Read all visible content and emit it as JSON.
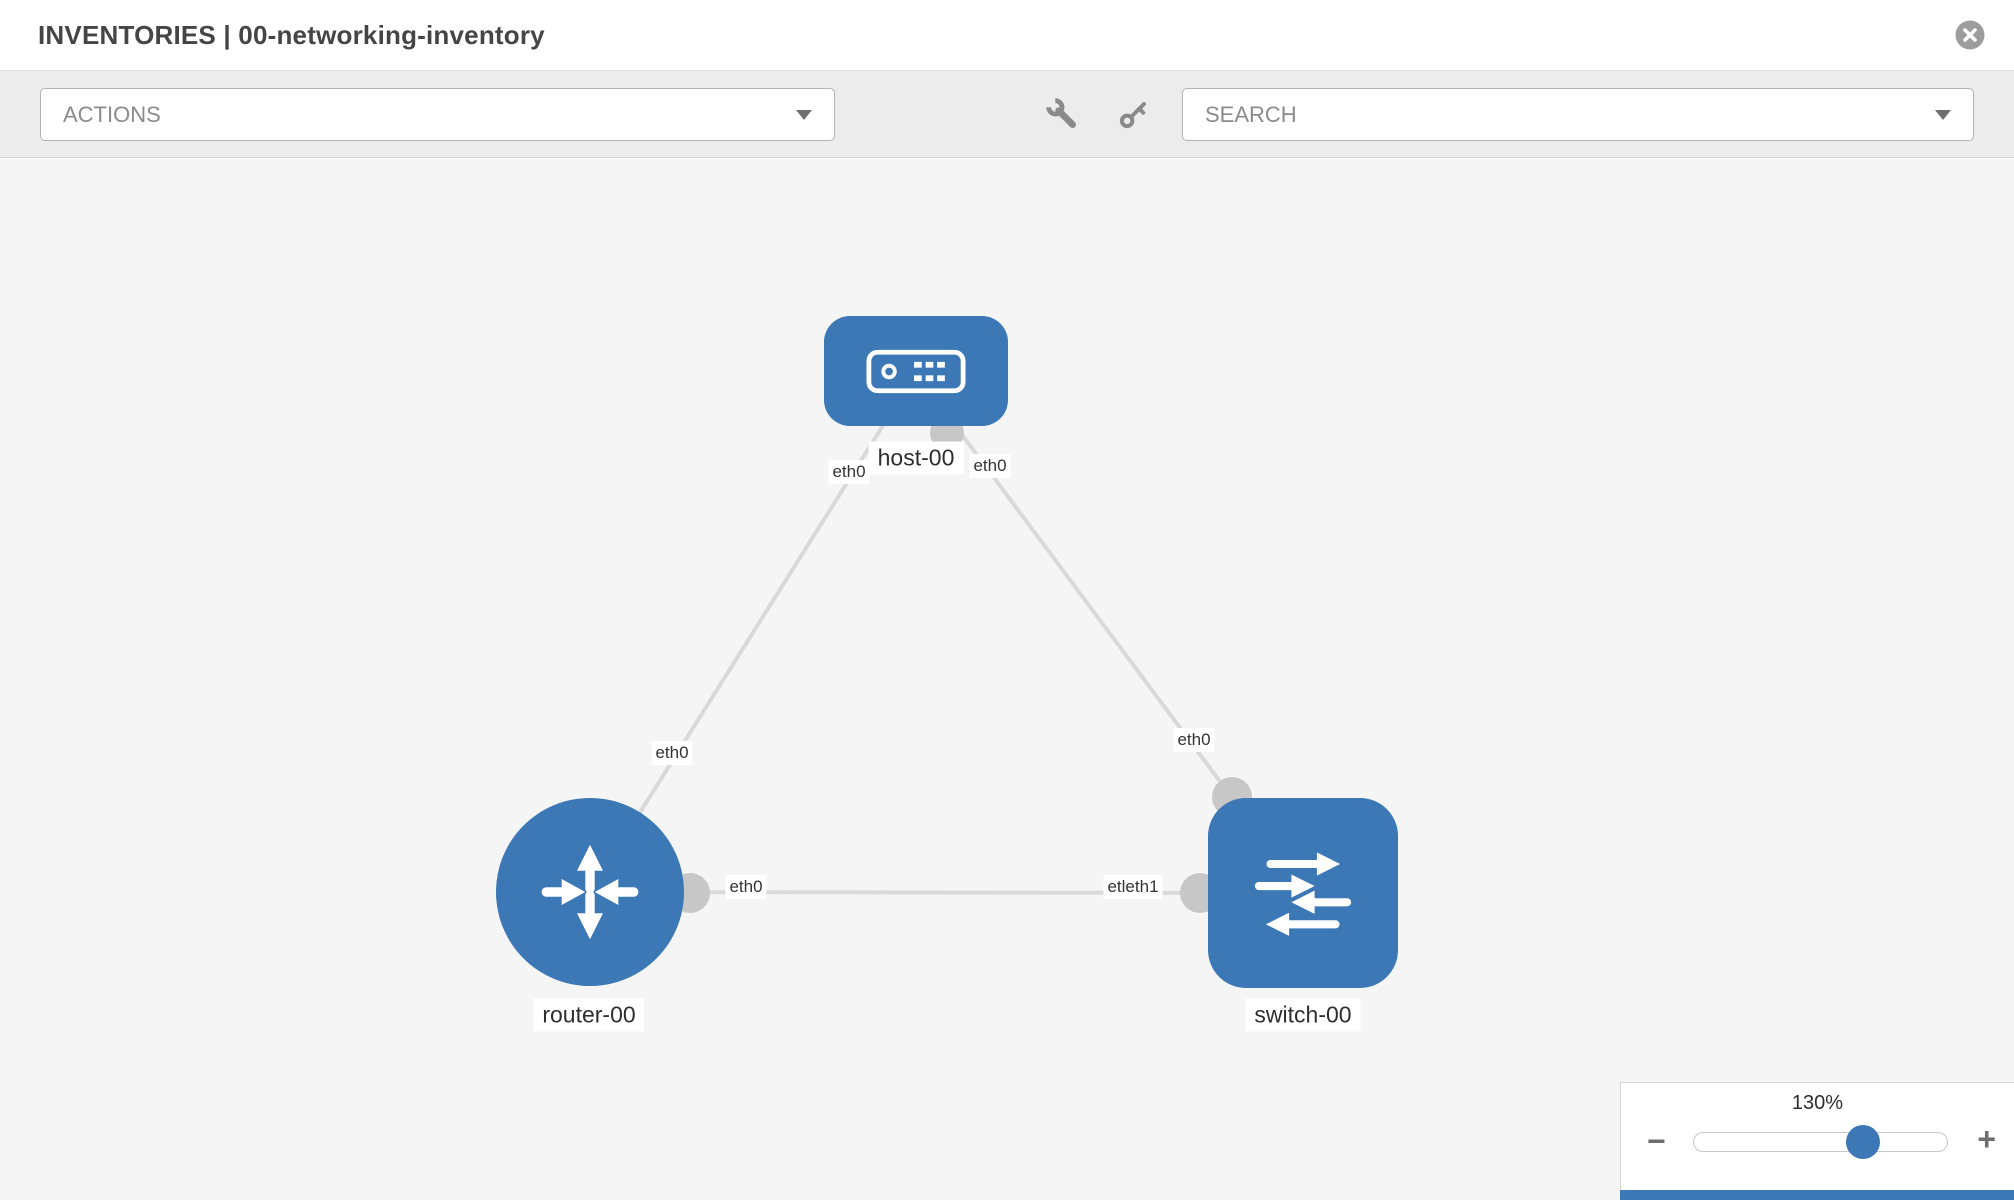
{
  "header": {
    "title": "INVENTORIES | 00-networking-inventory"
  },
  "toolbar": {
    "actions_label": "ACTIONS",
    "search_label": "SEARCH"
  },
  "canvas": {
    "nodes": [
      {
        "label": "host-00",
        "type": "host"
      },
      {
        "label": "router-00",
        "type": "router"
      },
      {
        "label": "switch-00",
        "type": "switch"
      }
    ],
    "links": [
      {
        "from": "host-00",
        "to": "router-00",
        "from_iface": "eth0",
        "to_iface": "eth0"
      },
      {
        "from": "host-00",
        "to": "switch-00",
        "from_iface": "eth0",
        "to_iface": "eth0"
      },
      {
        "from": "router-00",
        "to": "switch-00",
        "from_iface": "eth0",
        "to_iface": "eth1"
      }
    ],
    "iface_labels": [
      "eth0",
      "eth0",
      "eth0",
      "eth0",
      "eth0",
      "etleth1"
    ]
  },
  "zoom": {
    "level": "130%",
    "minus_label": "−",
    "plus_label": "+"
  },
  "colors": {
    "node_blue": "#3b78b5",
    "link_gray": "#d9d9d9",
    "connector_gray": "#c7c7c7",
    "canvas_bg": "#f5f5f5",
    "toolbar_bg": "#ececec"
  }
}
